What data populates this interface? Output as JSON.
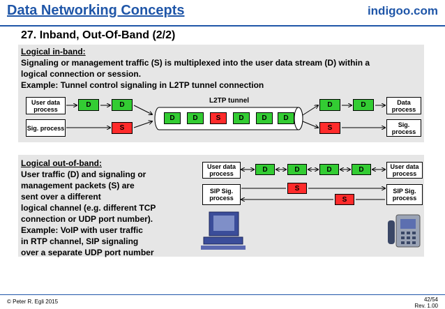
{
  "header": {
    "title": "Data Networking Concepts",
    "brand": "indigoo.com"
  },
  "slide_title": "27. Inband, Out-Of-Band (2/2)",
  "inband": {
    "heading": "Logical in-band:",
    "line1": "Signaling or management traffic (S) is multiplexed into the user data stream (D) within a",
    "line2": "logical connection or session.",
    "line3": "Example: Tunnel control signaling in L2TP tunnel connection",
    "left_user": "User data process",
    "left_sig": "Sig. process",
    "right_data": "Data process",
    "right_sig": "Sig. process",
    "tunnel_label": "L2TP tunnel",
    "left_d_packets": [
      "D",
      "D"
    ],
    "left_s_packet": "S",
    "tunnel_packets": [
      "D",
      "D",
      "S",
      "D",
      "D",
      "D"
    ],
    "right_d_packets": [
      "D",
      "D"
    ],
    "right_s_packet": "S"
  },
  "outband": {
    "heading": "Logical out-of-band:",
    "lines": [
      "User traffic (D) and signaling or",
      "management packets (S) are",
      "sent over a different",
      "logical channel (e.g. different TCP",
      "connection or UDP port number).",
      "Example: VoIP with user traffic",
      "in RTP channel, SIP signaling",
      "over a separate UDP port number"
    ],
    "left_user": "User data process",
    "left_sip": "SIP Sig. process",
    "right_user": "User data process",
    "right_sip": "SIP Sig. process",
    "d_packets": [
      "D",
      "D",
      "D",
      "D"
    ],
    "s_top": "S",
    "s_bottom": "S"
  },
  "footer": {
    "copyright": "© Peter R. Egli 2015",
    "page": "42/54",
    "rev": "Rev. 1.00"
  },
  "colors": {
    "accent": "#1f56a8",
    "data_packet": "#33cc33",
    "sig_packet": "#ff2b2b",
    "panel": "#e6e6e6"
  }
}
